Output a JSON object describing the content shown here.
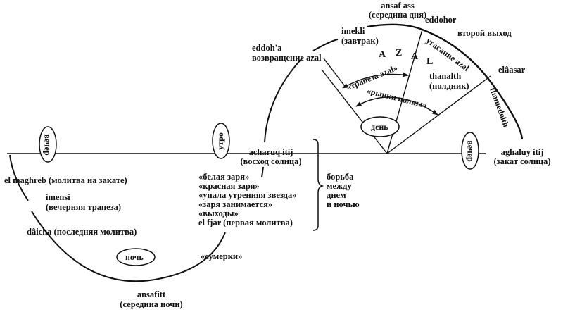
{
  "diagram": {
    "night": {
      "oval_label": "ночь",
      "labels": {
        "maghreb": "el maghreb (молитва на закате)",
        "imensi": "imensi",
        "imensi_ru": "(вечерняя трапеза)",
        "daicha": "dâicha (последняя молитва)",
        "ansafitt": "ansafitt",
        "ansafitt_ru": "(середина ночи)",
        "sumerki": "«сумерки»"
      }
    },
    "evening_left_oval": "вечер",
    "morning_oval": "утро",
    "evening_right_oval": "вечер",
    "sunrise": {
      "name": "acharuq itij",
      "ru": "(восход солнца)"
    },
    "dawn_list": [
      "«белая заря»",
      "«красная заря»",
      "«упала утренняя звезда»",
      "«заря занимается»",
      "«выходы»",
      "el fjar (первая молитва)"
    ],
    "struggle": [
      "борьба",
      "между",
      "днем",
      "и ночью"
    ],
    "day": {
      "oval_label": "день",
      "azal_letters": [
        "A",
        "Z",
        "A",
        "L"
      ],
      "eddoha": "eddoh'a",
      "eddoha_ru": "возвращение azal",
      "imekli": "imekli",
      "imekli_ru": "(завтрак)",
      "ansaf_ass": "ansaf ass",
      "ansaf_ass_ru": "(середина дня)",
      "eddohor": "eddohor",
      "second_exit": "второй выход",
      "fading_azal": "угасание azal",
      "elaasar": "elâasar",
      "thanalth": "thanalth",
      "thanalth_ru": "(полдник)",
      "thamedoith": "thamedoith",
      "azal_meal": "«трапеза azal»",
      "markets_full": "«рынки полны»"
    },
    "sunset": {
      "name": "aghaluy itij",
      "ru": "(закат солнца)"
    }
  }
}
